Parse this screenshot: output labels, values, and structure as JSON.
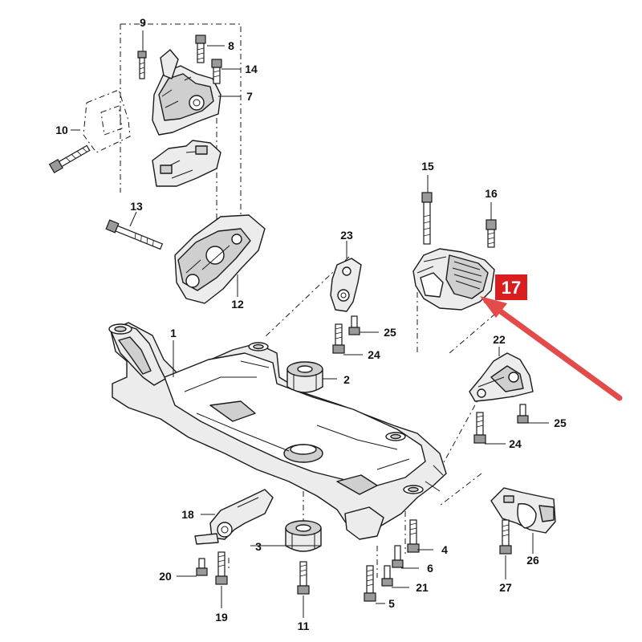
{
  "diagram": {
    "callout": {
      "label": "17",
      "color": "#d81e1e"
    },
    "arrow_color": "#e34a4a",
    "labels": {
      "l1": "1",
      "l2": "2",
      "l3": "3",
      "l4": "4",
      "l5": "5",
      "l6": "6",
      "l7": "7",
      "l8": "8",
      "l9": "9",
      "l10": "10",
      "l11": "11",
      "l12": "12",
      "l13": "13",
      "l14": "14",
      "l15": "15",
      "l16": "16",
      "l18": "18",
      "l19": "19",
      "l20": "20",
      "l21": "21",
      "l22": "22",
      "l23": "23",
      "l24a": "24",
      "l24b": "24",
      "l25a": "25",
      "l25b": "25",
      "l26": "26",
      "l27": "27"
    }
  }
}
